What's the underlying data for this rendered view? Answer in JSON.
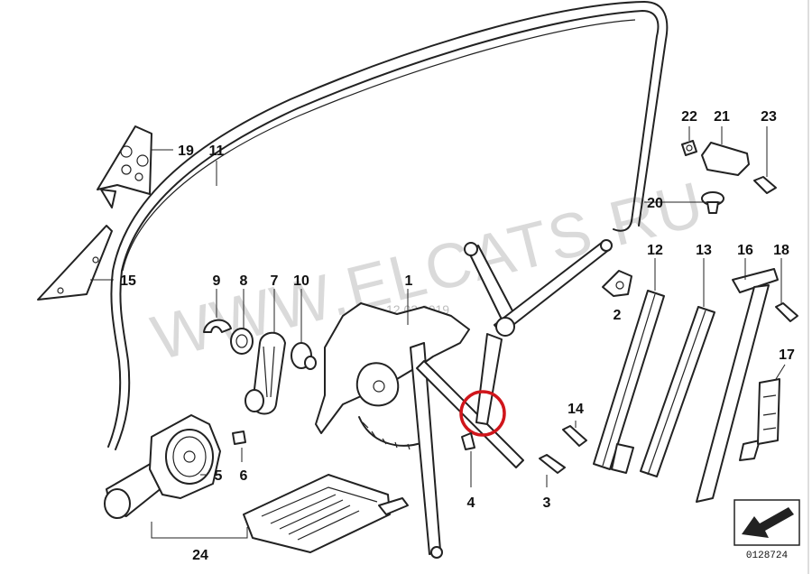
{
  "watermark": {
    "text": "WWW.ELCATS.RU",
    "date": "12.02.2019"
  },
  "diagram_id": "0128724",
  "highlight_color": "#d0151b",
  "callouts": {
    "p1": "1",
    "p2": "2",
    "p3": "3",
    "p4": "4",
    "p5": "5",
    "p6": "6",
    "p7": "7",
    "p8": "8",
    "p9": "9",
    "p10": "10",
    "p11": "11",
    "p12": "12",
    "p13": "13",
    "p14": "14",
    "p15": "15",
    "p16": "16",
    "p17": "17",
    "p18": "18",
    "p19": "19",
    "p20": "20",
    "p21": "21",
    "p22": "22",
    "p23": "23",
    "p24": "24"
  }
}
